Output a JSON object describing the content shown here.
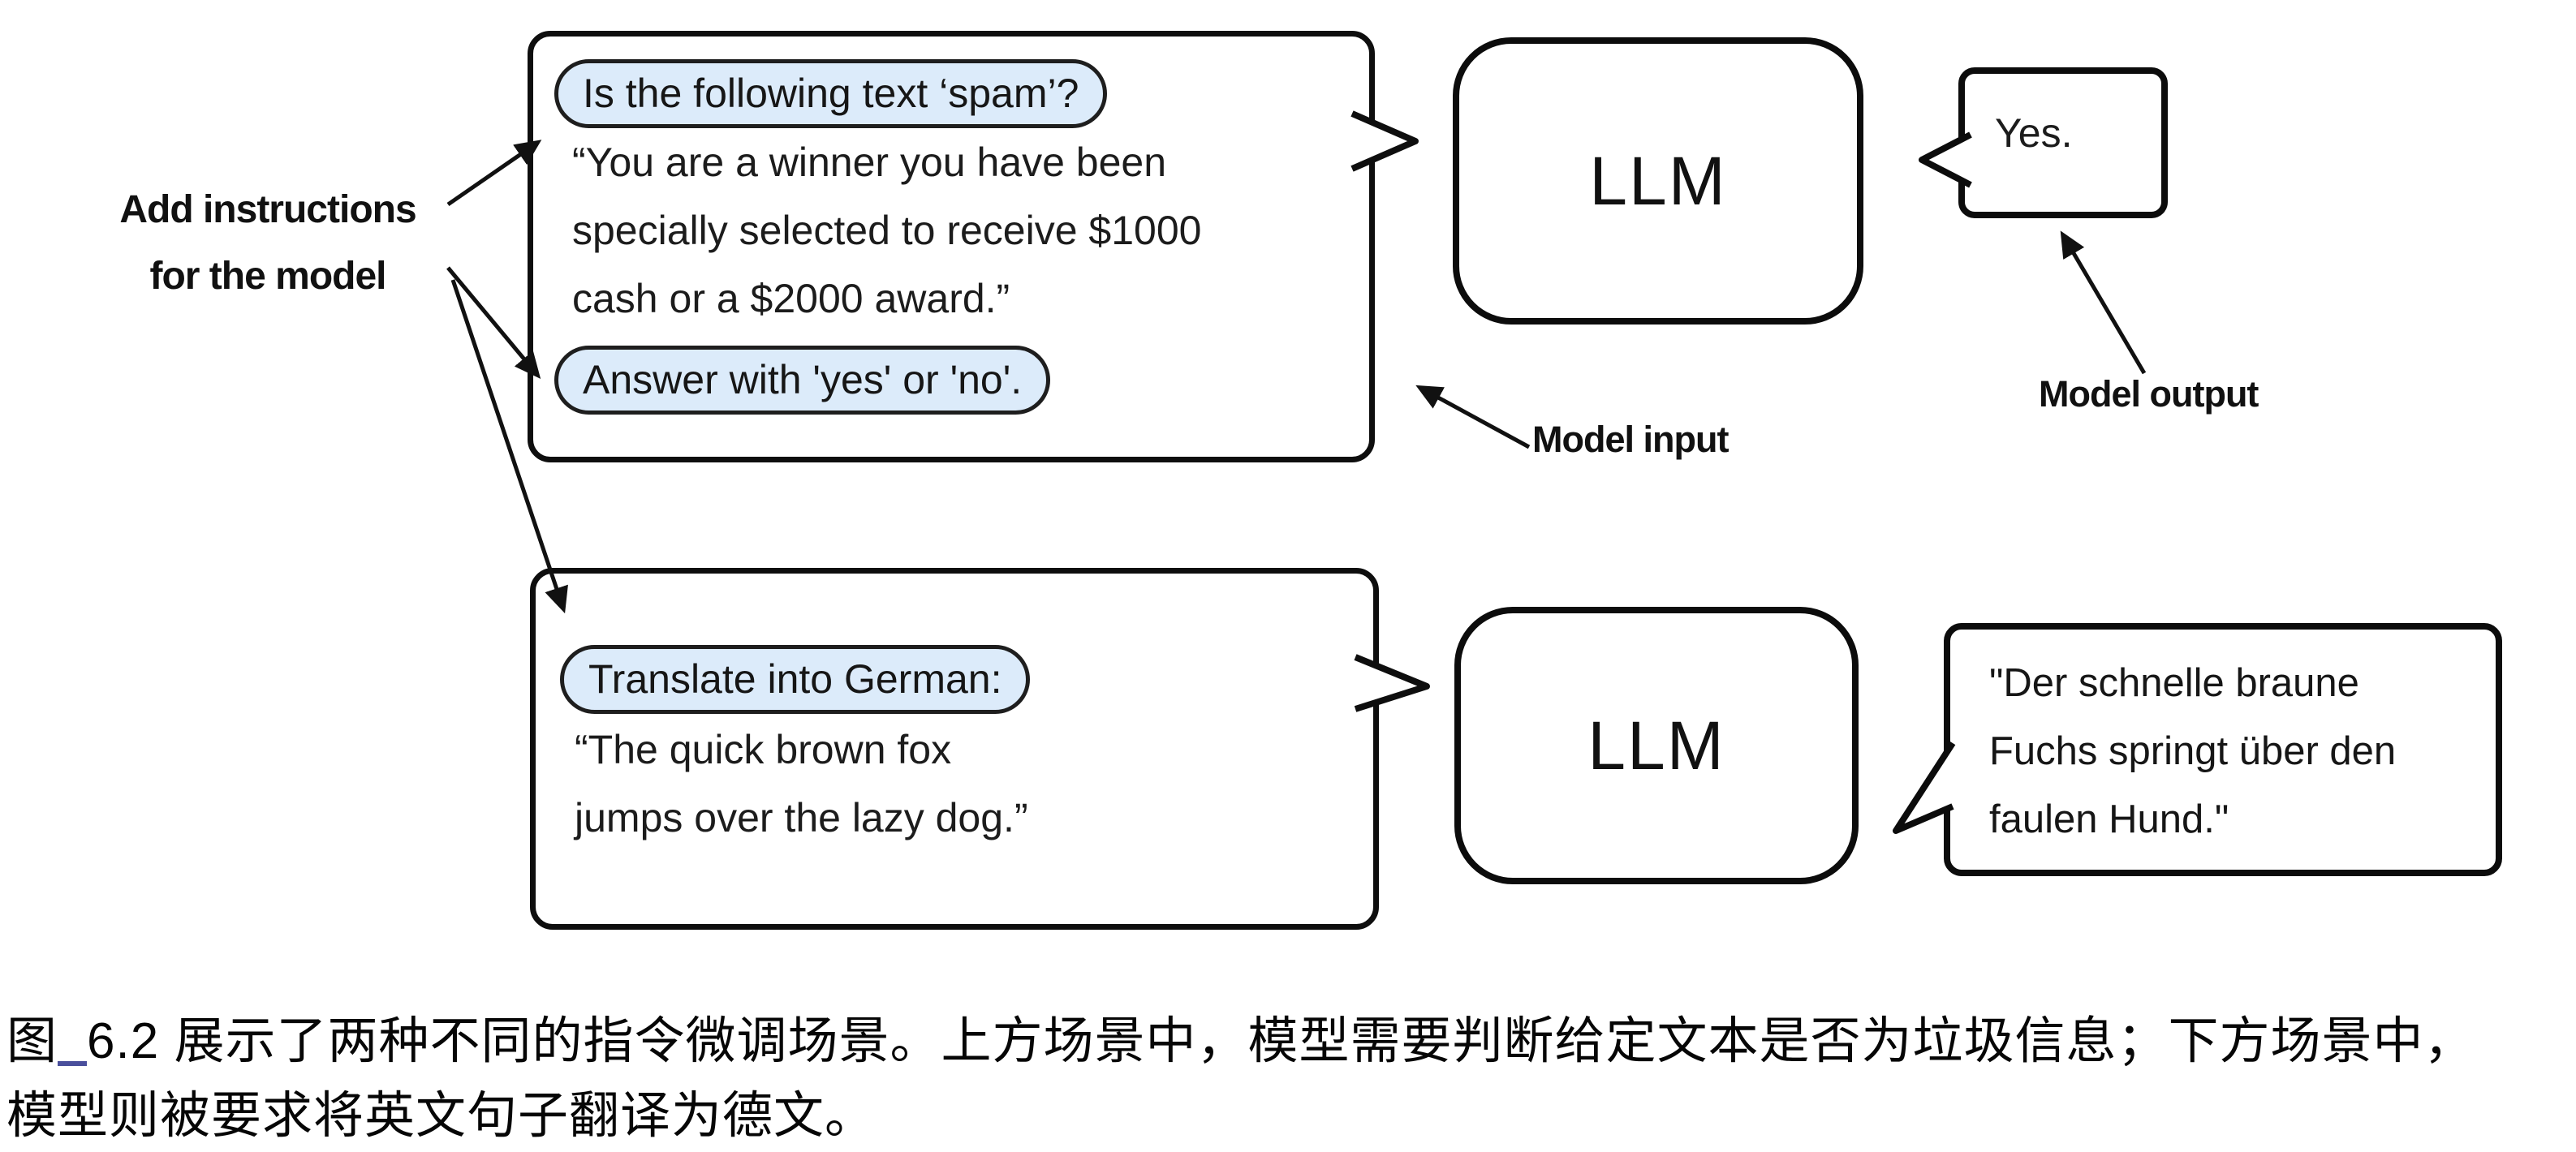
{
  "colors": {
    "pill_fill": "#dcebfa",
    "pill_border": "#1e1e1e",
    "box_border": "#0e0e0e",
    "text": "#1a1a1a",
    "underline": "#4a4f9c"
  },
  "diagram": {
    "annotation_label": {
      "line1": "Add instructions",
      "line2": "for the model"
    },
    "labels": {
      "model_input": "Model input",
      "model_output": "Model output"
    },
    "scenario_top": {
      "instruction_pill_1": "Is the following text ‘spam’?",
      "body_lines": [
        "“You are a winner you have been",
        "specially selected to receive $1000",
        "cash or a $2000 award.”"
      ],
      "instruction_pill_2": "Answer with 'yes' or 'no'.",
      "llm_label": "LLM",
      "output_text": "Yes."
    },
    "scenario_bottom": {
      "instruction_pill": "Translate into German:",
      "body_lines": [
        "“The quick brown fox",
        "jumps over the lazy dog.”"
      ],
      "llm_label": "LLM",
      "output_lines": [
        "\"Der schnelle braune",
        "Fuchs springt über den",
        "faulen Hund.\""
      ]
    }
  },
  "caption": {
    "fig_char": "图",
    "fig_num": "6.2",
    "line1_rest": " 展示了两种不同的指令微调场景。上方场景中，模型需要判断给定文本是否为垃圾信息；下方场景中，",
    "line2": "模型则被要求将英文句子翻译为德文。"
  }
}
